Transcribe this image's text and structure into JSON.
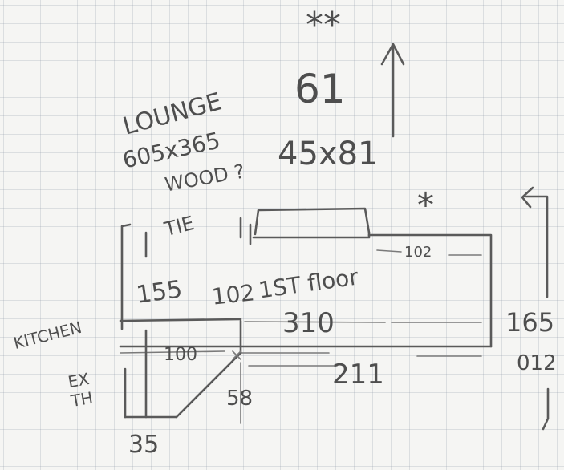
{
  "sketch": {
    "stars_top": "**",
    "height_top": "61",
    "size_section": "45x81",
    "lounge_label": "LOUNGE",
    "lounge_size": "605x365",
    "lounge_material": "WOOD ?",
    "star_right": "*",
    "tie_label": "TIE",
    "dim_102_right": "102",
    "dim_155": "155",
    "dim_102_mid": "102",
    "first_floor": "1ST floor",
    "dim_310": "310",
    "dim_165": "165",
    "kitchen_label": "KITCHEN",
    "ext_label": "EX TH",
    "dim_100": "100",
    "dim_211": "211",
    "dim_012": "012",
    "dim_58": "58",
    "dim_35": "35"
  }
}
